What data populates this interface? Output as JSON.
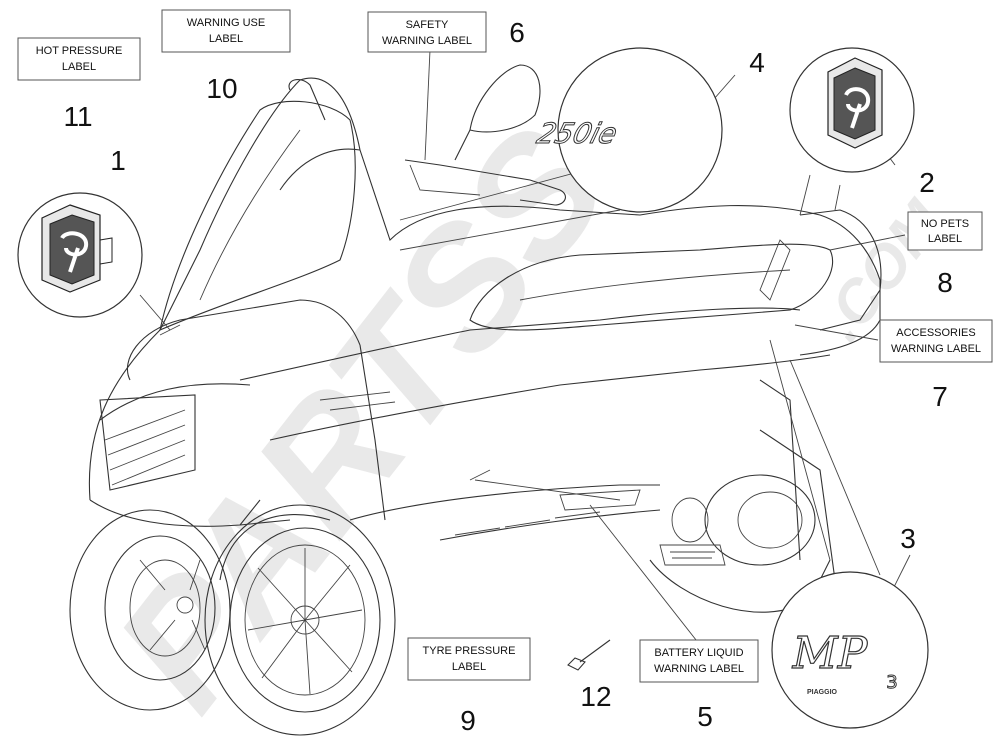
{
  "watermark": {
    "text": "PARTSS",
    "suffix": ".COM"
  },
  "callouts": [
    {
      "id": "1",
      "number": "1",
      "label_lines": []
    },
    {
      "id": "2",
      "number": "2",
      "label_lines": []
    },
    {
      "id": "3",
      "number": "3",
      "label_lines": []
    },
    {
      "id": "4",
      "number": "4",
      "label_lines": []
    },
    {
      "id": "5",
      "number": "5",
      "label_lines": [
        "BATTERY LIQUID",
        "WARNING LABEL"
      ]
    },
    {
      "id": "6",
      "number": "6",
      "label_lines": [
        "SAFETY",
        "WARNING LABEL"
      ]
    },
    {
      "id": "7",
      "number": "7",
      "label_lines": [
        "ACCESSORIES",
        "WARNING LABEL"
      ]
    },
    {
      "id": "8",
      "number": "8",
      "label_lines": [
        "NO PETS",
        "LABEL"
      ]
    },
    {
      "id": "9",
      "number": "9",
      "label_lines": [
        "TYRE PRESSURE",
        "LABEL"
      ]
    },
    {
      "id": "10",
      "number": "10",
      "label_lines": [
        "WARNING USE",
        "LABEL"
      ]
    },
    {
      "id": "11",
      "number": "11",
      "label_lines": [
        "HOT PRESSURE",
        "LABEL"
      ]
    },
    {
      "id": "12",
      "number": "12",
      "label_lines": []
    }
  ],
  "decals": {
    "model_badge": "250ie",
    "brand_small": "PIAGGIO",
    "mp3_logo": "MP",
    "mp3_sub": "3"
  },
  "icons": [
    "piaggio-logo-icon"
  ],
  "colors": {
    "line": "#333333",
    "watermark": "#d8d8d8",
    "background": "#ffffff"
  }
}
